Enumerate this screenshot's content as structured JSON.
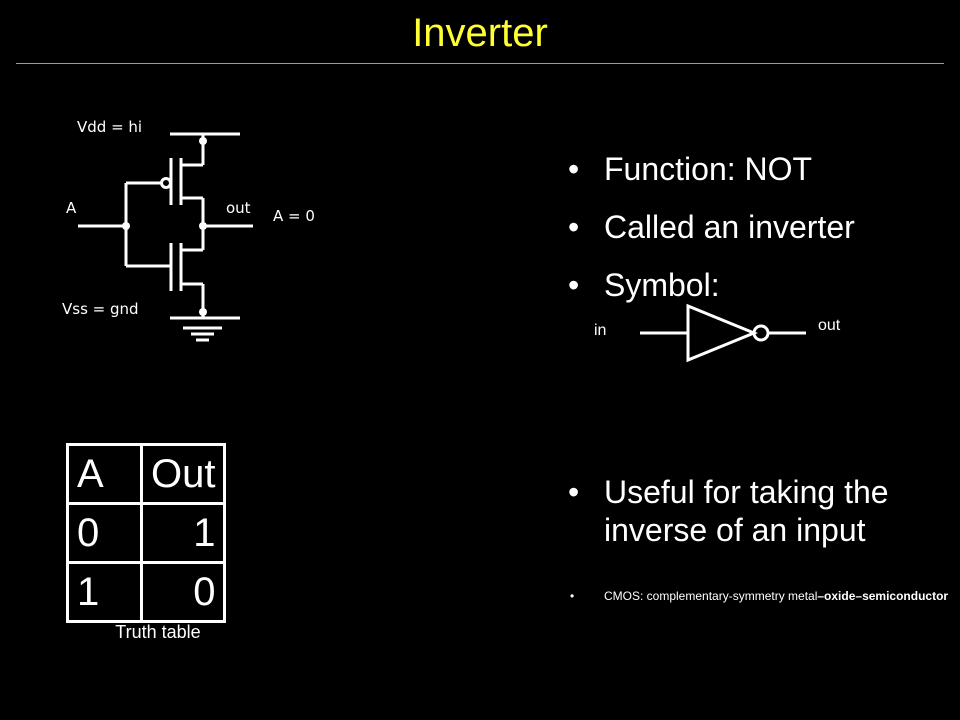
{
  "title": "Inverter",
  "circuit": {
    "vdd_label": "Vdd = hi",
    "vss_label": "Vss = gnd",
    "input_label": "A",
    "output_label": "out",
    "state_label": "A = 0"
  },
  "bullets": [
    "Function: NOT",
    "Called an inverter",
    "Symbol:",
    "Useful for taking the inverse of an input"
  ],
  "symbol": {
    "in_label": "in",
    "out_label": "out"
  },
  "note": {
    "prefix": "CMOS: complementary-symmetry metal",
    "bold": "–oxide–semiconductor"
  },
  "truth_table": {
    "headers": [
      "A",
      "Out"
    ],
    "rows": [
      [
        "0",
        "1"
      ],
      [
        "1",
        "0"
      ]
    ],
    "caption": "Truth table"
  },
  "colors": {
    "title": "#ffff33",
    "background": "#000000",
    "foreground": "#ffffff"
  }
}
